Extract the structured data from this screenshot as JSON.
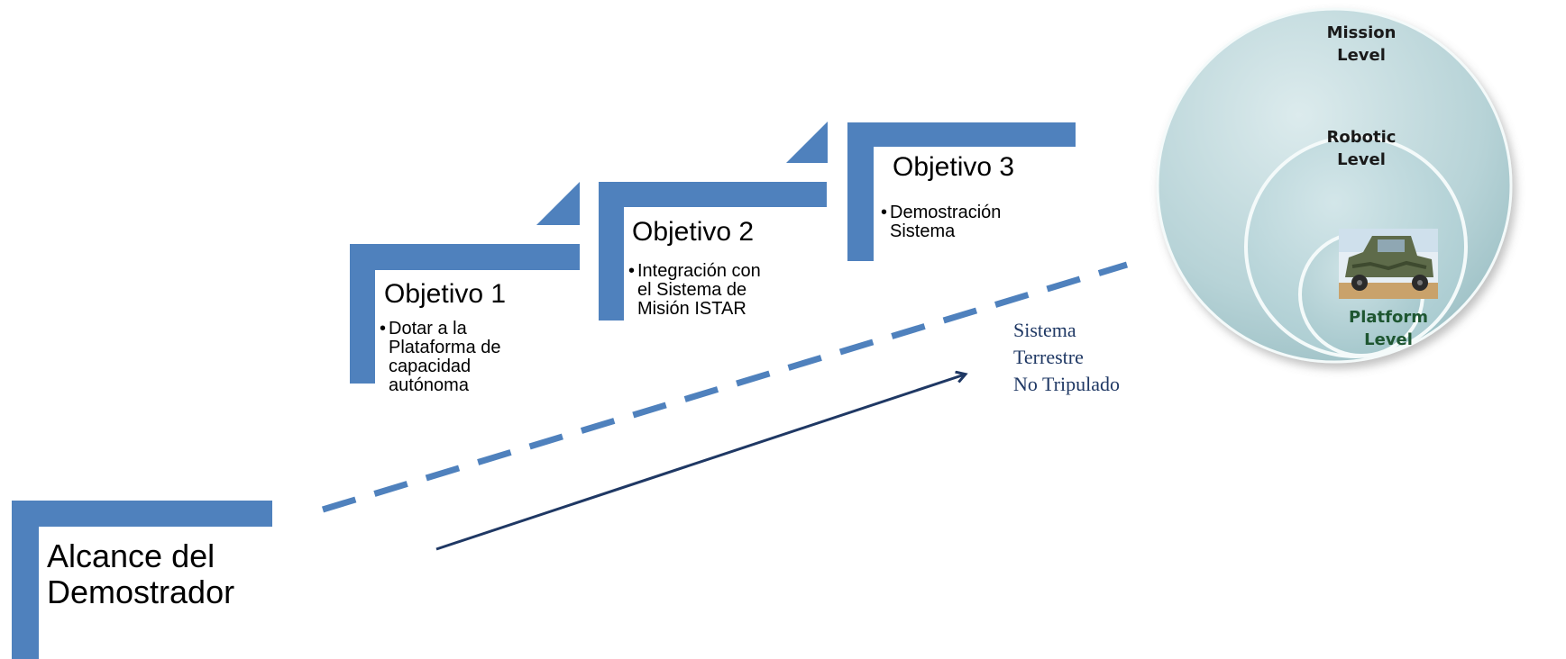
{
  "colors": {
    "step_blue": "#4F81BD",
    "arrow_navy": "#1F3864",
    "circle_teal": "#B4D0D4",
    "platform_label": "#1E5631"
  },
  "start": {
    "title_lines": [
      "Alcance del",
      "Demostrador"
    ]
  },
  "steps": [
    {
      "title": "Objetivo 1",
      "bullet_lines": [
        "Dotar a la",
        "Plataforma  de",
        "capacidad",
        "autónoma"
      ]
    },
    {
      "title": "Objetivo 2",
      "bullet_lines": [
        "Integración con",
        "el Sistema de",
        "Misión ISTAR"
      ]
    },
    {
      "title": "Objetivo 3",
      "bullet_lines": [
        "Demostración",
        "Sistema"
      ]
    }
  ],
  "system_label_lines": [
    "Sistema",
    "Terrestre",
    "No Tripulado"
  ],
  "levels": {
    "mission": [
      "Mission",
      "Level"
    ],
    "robotic": [
      "Robotic",
      "Level"
    ],
    "platform": [
      "Platform",
      "Level"
    ],
    "platform_image": "military-vehicle-photo"
  }
}
